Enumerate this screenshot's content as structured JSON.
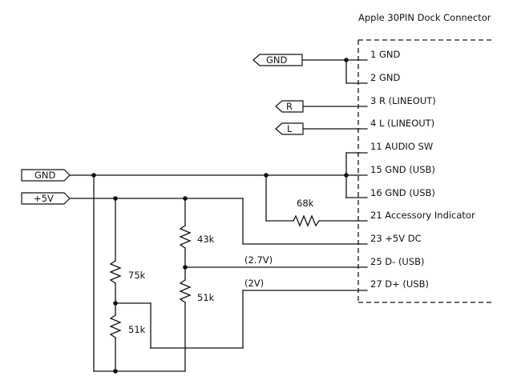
{
  "connector_title": "Apple 30PIN Dock Connector",
  "pins": {
    "p1": "1 GND",
    "p2": "2 GND",
    "p3": "3 R (LINEOUT)",
    "p4": "4 L (LINEOUT)",
    "p11": "11 AUDIO SW",
    "p15": "15 GND (USB)",
    "p16": "16 GND (USB)",
    "p21": "21 Accessory Indicator",
    "p23": "23 +5V DC",
    "p25": "25 D- (USB)",
    "p27": "27 D+ (USB)"
  },
  "net_labels": {
    "gnd_top": "GND",
    "r": "R",
    "l": "L",
    "gnd_left": "GND",
    "v5": "+5V"
  },
  "resistors": {
    "r68k": "68k",
    "r43k": "43k",
    "r51k_right": "51k",
    "r75k": "75k",
    "r51k_left": "51k"
  },
  "voltages": {
    "dminus": "(2.7V)",
    "dplus": "(2V)"
  }
}
